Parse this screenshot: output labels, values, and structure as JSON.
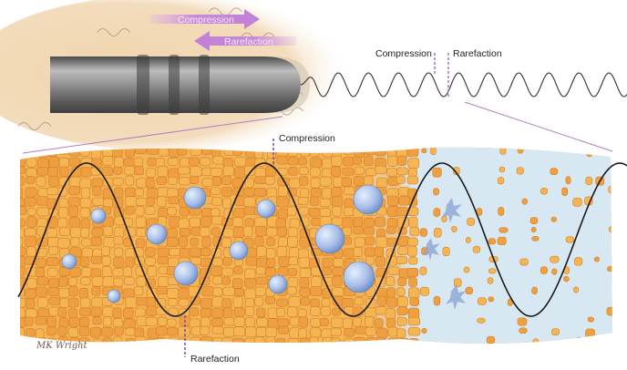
{
  "top_panel": {
    "arrow_compression": "Compression",
    "arrow_rarefaction": "Rarefaction",
    "wave_label_compression": "Compression",
    "wave_label_rarefaction": "Rarefaction"
  },
  "bottom_panel": {
    "label_compression": "Compression",
    "label_rarefaction": "Rarefaction"
  },
  "signature": "MK Wright",
  "colors": {
    "tissue": "#f2a847",
    "tissue_edge": "#d9822b",
    "bubble": "#9fb6e6",
    "fluid": "#cfe2f0",
    "accent": "#b07cc6",
    "probe": "#7d7d7d"
  }
}
